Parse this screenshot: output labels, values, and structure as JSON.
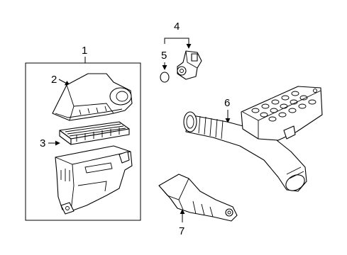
{
  "diagram": {
    "callouts": {
      "c1": "1",
      "c2": "2",
      "c3": "3",
      "c4": "4",
      "c5": "5",
      "c6": "6",
      "c7": "7"
    },
    "colors": {
      "line": "#000000",
      "background": "#ffffff"
    }
  }
}
